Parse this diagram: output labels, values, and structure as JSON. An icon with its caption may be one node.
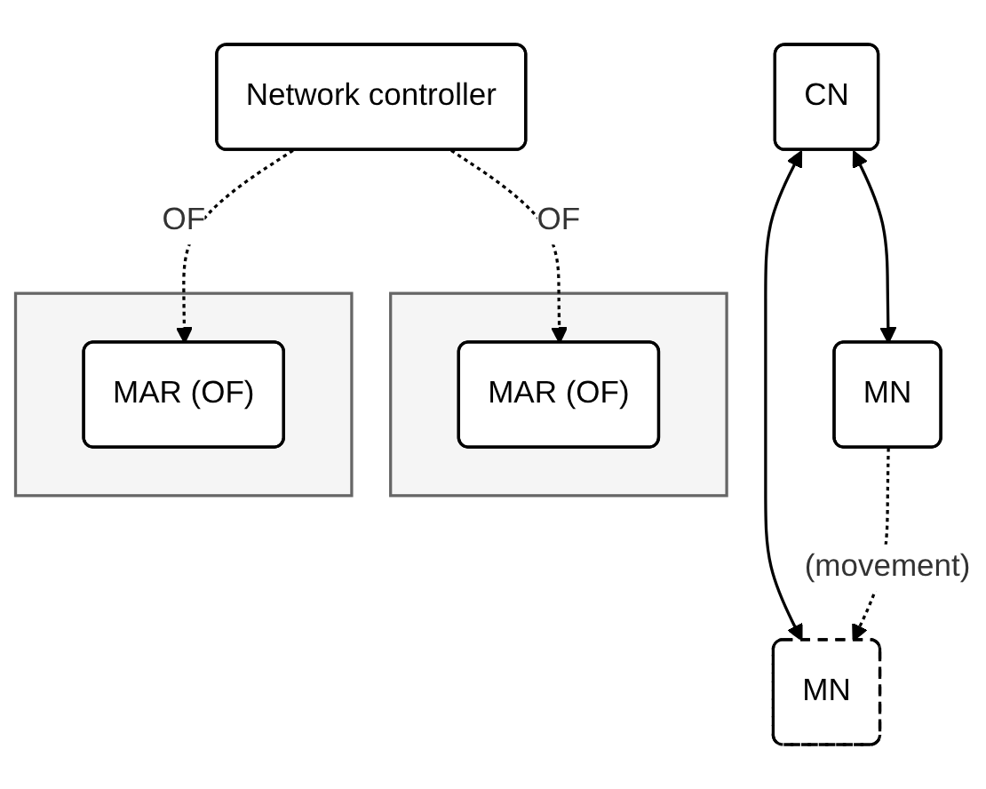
{
  "diagram": {
    "nodes": [
      {
        "text": [
          "CN"
        ]
      },
      {
        "text": [
          "Network controller"
        ]
      },
      {
        "text": [],
        "shape": "cloud"
      },
      {
        "text": [
          "MAR (OF)"
        ],
        "in": 2
      },
      {
        "text": [],
        "shape": "cloud"
      },
      {
        "text": [
          "MAR (OF)"
        ],
        "in": 4
      },
      {
        "text": [
          "MN"
        ]
      },
      {
        "text": [
          "MN"
        ]
      }
    ],
    "edges": [
      {
        "from": 0,
        "to": 6,
        "arrow": "both"
      },
      {
        "from": 0,
        "to": 7,
        "arrow": "both"
      },
      {
        "from": 1,
        "to": 3,
        "arrow": "to",
        "label": "OF",
        "style": "dashed"
      },
      {
        "from": 1,
        "to": 5,
        "arrow": "to",
        "label": "OF",
        "style": "dashed"
      },
      {
        "from": 6,
        "to": 7,
        "arrow": "to",
        "label": "(movement)",
        "style": "dashed"
      }
    ]
  }
}
